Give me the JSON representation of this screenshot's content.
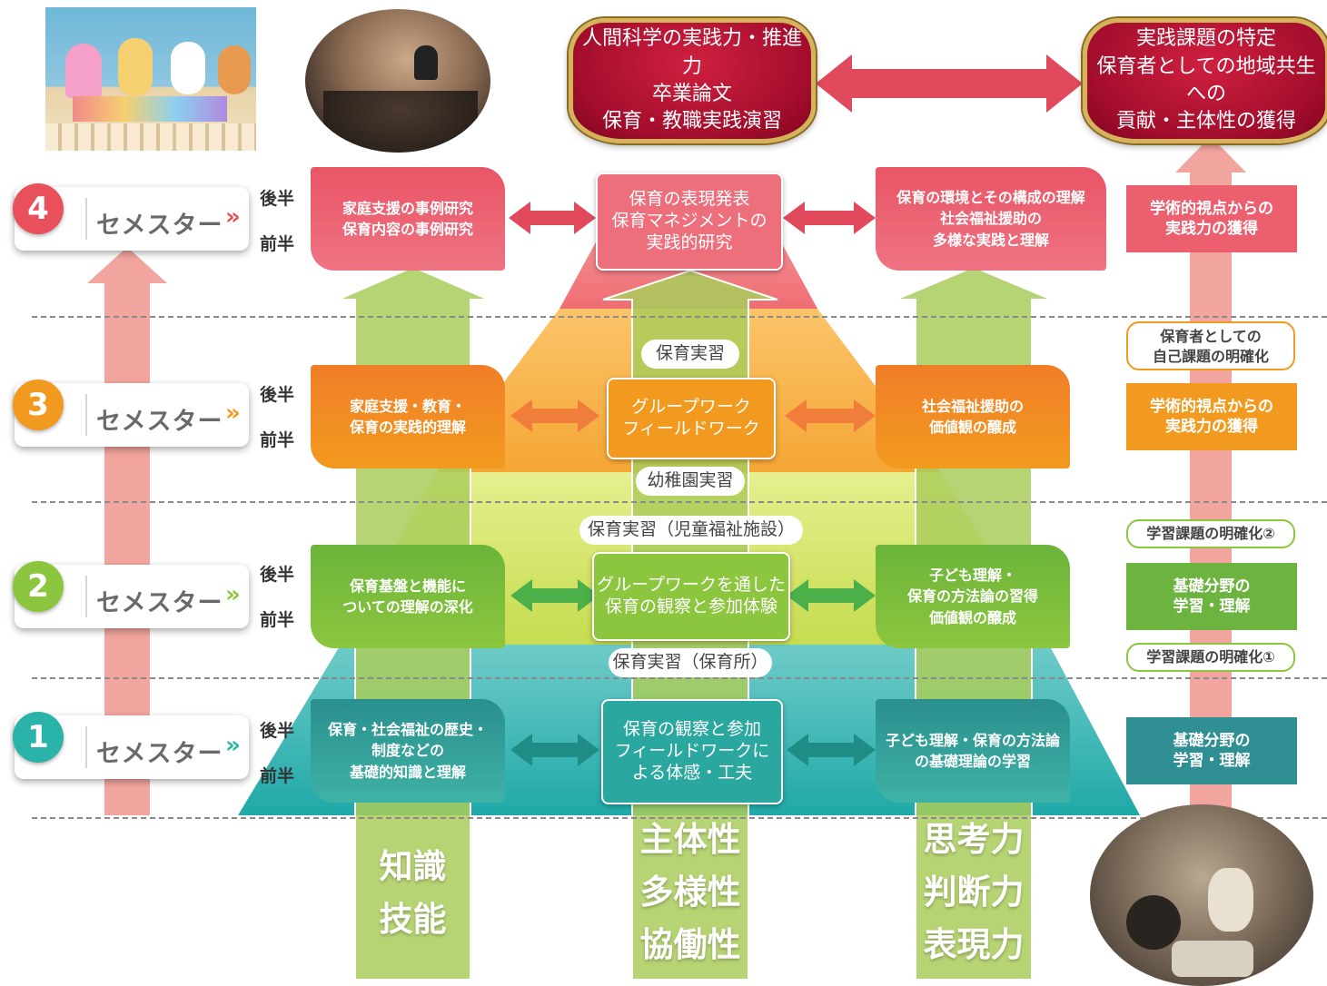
{
  "semesters": [
    {
      "num": "4",
      "label": "セメスター",
      "chevron": "»",
      "color": "#e8505b"
    },
    {
      "num": "3",
      "label": "セメスター",
      "chevron": "»",
      "color": "#f29a1f"
    },
    {
      "num": "2",
      "label": "セメスター",
      "chevron": "»",
      "color": "#8cc63f"
    },
    {
      "num": "1",
      "label": "セメスター",
      "chevron": "»",
      "color": "#2ab3a8"
    }
  ],
  "halves": {
    "late": "後半",
    "early": "前半"
  },
  "goals": {
    "center": {
      "line1": "人間科学の実践力・推進力",
      "line2": "卒業論文",
      "line3": "保育・教職実践演習"
    },
    "right": {
      "line1": "実践課題の特定",
      "line2": "保育者としての地域共生への",
      "line3": "貢献・主体性の獲得"
    }
  },
  "rows": {
    "s4": {
      "left": [
        "家庭支援の事例研究",
        "保育内容の事例研究"
      ],
      "center": [
        "保育の表現発表",
        "保育マネジメントの",
        "実践的研究"
      ],
      "right": [
        "保育の環境とその構成の理解",
        "社会福祉援助の",
        "多様な実践と理解"
      ],
      "side": [
        "学術的視点からの",
        "実践力の獲得"
      ]
    },
    "s3": {
      "left": [
        "家庭支援・教育・",
        "保育の実践的理解"
      ],
      "center": [
        "グループワーク",
        "フィールドワーク"
      ],
      "right": [
        "社会福祉援助の",
        "価値観の醸成"
      ],
      "side": [
        "学術的視点からの",
        "実践力の獲得"
      ],
      "side_pill": [
        "保育者としての",
        "自己課題の明確化"
      ]
    },
    "s2": {
      "left": [
        "保育基盤と機能に",
        "ついての理解の深化"
      ],
      "center": [
        "グループワークを通した",
        "保育の観察と参加体験"
      ],
      "right": [
        "子ども理解・",
        "保育の方法論の習得",
        "価値観の醸成"
      ],
      "side": [
        "基礎分野の",
        "学習・理解"
      ],
      "side_pill": "学習課題の明確化②"
    },
    "s1": {
      "left": [
        "保育・社会福祉の歴史・",
        "制度などの",
        "基礎的知識と理解"
      ],
      "center": [
        "保育の観察と参加",
        "フィールドワークに",
        "よる体感・工夫"
      ],
      "right": [
        "子ども理解・保育の方法論",
        "の基礎理論の学習"
      ],
      "side": [
        "基礎分野の",
        "学習・理解"
      ],
      "side_pill": "学習課題の明確化①"
    }
  },
  "practicums": {
    "hoiku": "保育実習",
    "yochien": "幼稚園実習",
    "jido": "保育実習（児童福祉施設）",
    "hoikusho": "保育実習（保育所）"
  },
  "pillars": {
    "left": [
      "知識",
      "技能"
    ],
    "center": [
      "主体性",
      "多様性",
      "協働性"
    ],
    "right": [
      "思考力",
      "判断力",
      "表現力"
    ]
  },
  "colors": {
    "red": "#e8505b",
    "orange": "#f29a1f",
    "green": "#8cc63f",
    "teal": "#2ab3a8",
    "pillar": "#aacd5c",
    "crimson": "#a30d2c",
    "gold": "#d4b35a"
  },
  "photos": [
    "classroom-decoration-photo",
    "lecture-hall-photo",
    "group-discussion-photo"
  ]
}
